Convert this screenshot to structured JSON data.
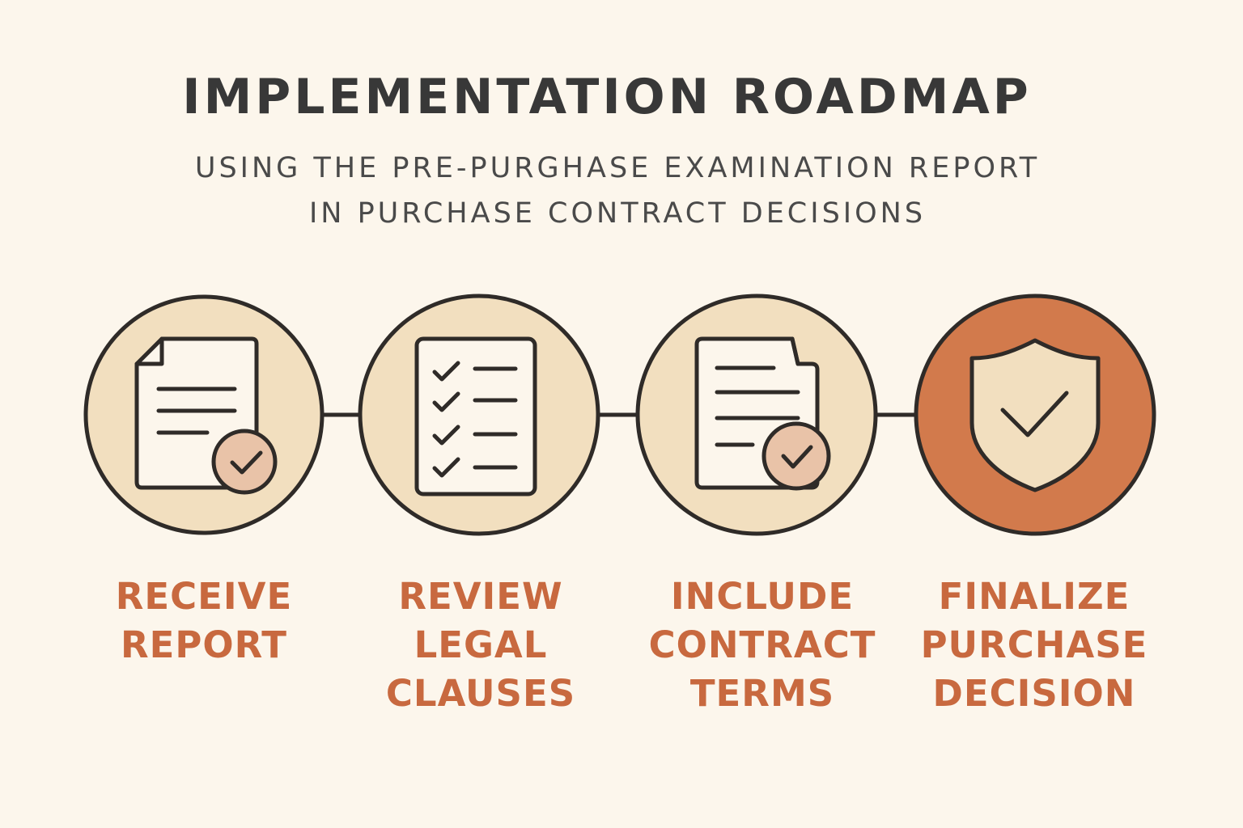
{
  "header": {
    "title": "IMPLEMENTATION ROADMAP",
    "subtitle_line1": "USING THE PRE-PURGHASE EXAMINATION REPORT",
    "subtitle_line2": "IN PURCHASE CONTRACT DECISIONS"
  },
  "colors": {
    "background": "#fcf6ec",
    "circle_fill": "#f2dfbf",
    "circle_fill_final": "#d27a4c",
    "outline": "#2f2b28",
    "badge_fill": "#e9c3a8",
    "label": "#c8693f"
  },
  "steps": [
    {
      "icon": "document-check-icon",
      "label_lines": [
        "RECEIVE",
        "REPORT"
      ]
    },
    {
      "icon": "checklist-icon",
      "label_lines": [
        "REVIEW",
        "LEGAL",
        "CLAUSES"
      ]
    },
    {
      "icon": "contract-check-icon",
      "label_lines": [
        "INCLUDE",
        "CONTRACT",
        "TERMS"
      ]
    },
    {
      "icon": "shield-check-icon",
      "label_lines": [
        "FINALIZE",
        "PURCHASE",
        "DECISION"
      ]
    }
  ]
}
